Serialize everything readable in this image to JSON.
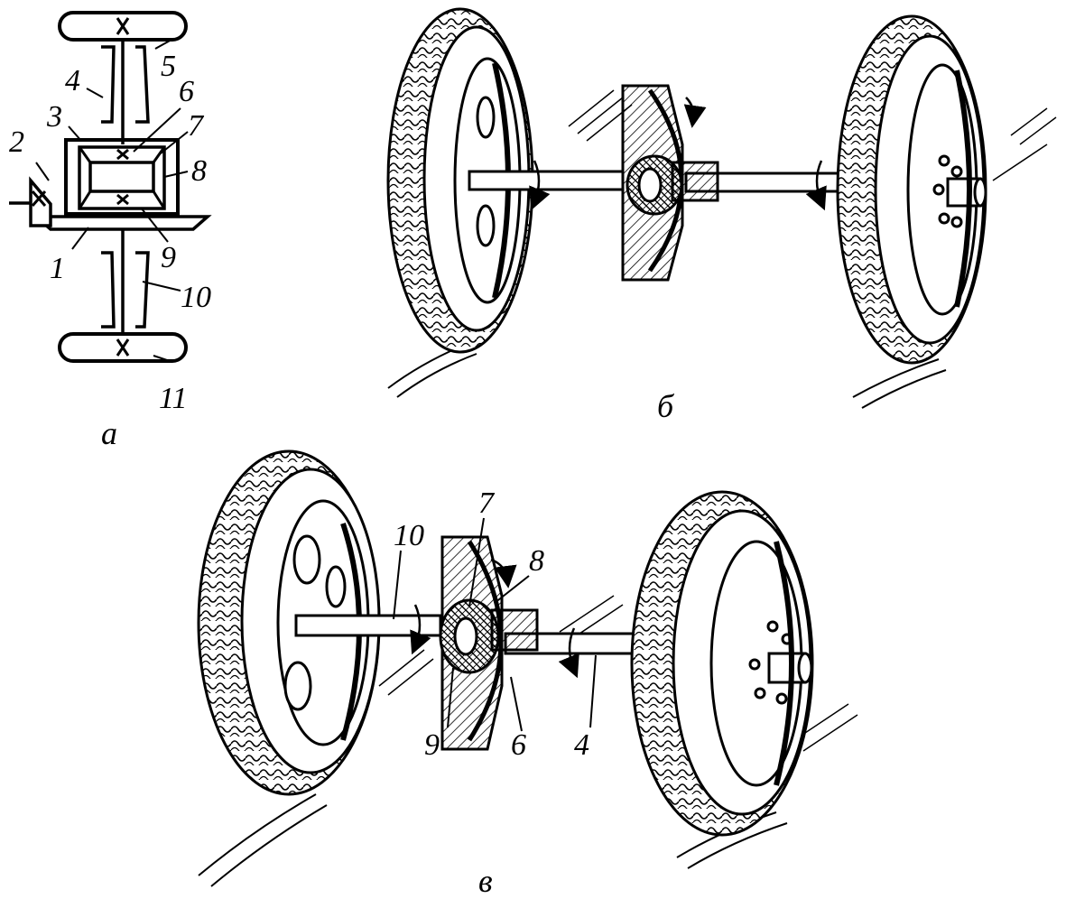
{
  "figure": {
    "panels": {
      "a": {
        "caption": "а"
      },
      "b": {
        "caption": "б"
      },
      "v": {
        "caption": "в"
      }
    },
    "callouts_a": [
      {
        "id": "c1",
        "text": "1"
      },
      {
        "id": "c2",
        "text": "2"
      },
      {
        "id": "c3",
        "text": "3"
      },
      {
        "id": "c4",
        "text": "4"
      },
      {
        "id": "c5",
        "text": "5"
      },
      {
        "id": "c6",
        "text": "6"
      },
      {
        "id": "c7",
        "text": "7"
      },
      {
        "id": "c8",
        "text": "8"
      },
      {
        "id": "c9",
        "text": "9"
      },
      {
        "id": "c10",
        "text": "10"
      },
      {
        "id": "c11",
        "text": "11"
      }
    ],
    "callouts_v": [
      {
        "id": "v10",
        "text": "10"
      },
      {
        "id": "v7",
        "text": "7"
      },
      {
        "id": "v8",
        "text": "8"
      },
      {
        "id": "v9",
        "text": "9"
      },
      {
        "id": "v6",
        "text": "6"
      },
      {
        "id": "v4",
        "text": "4"
      }
    ]
  }
}
